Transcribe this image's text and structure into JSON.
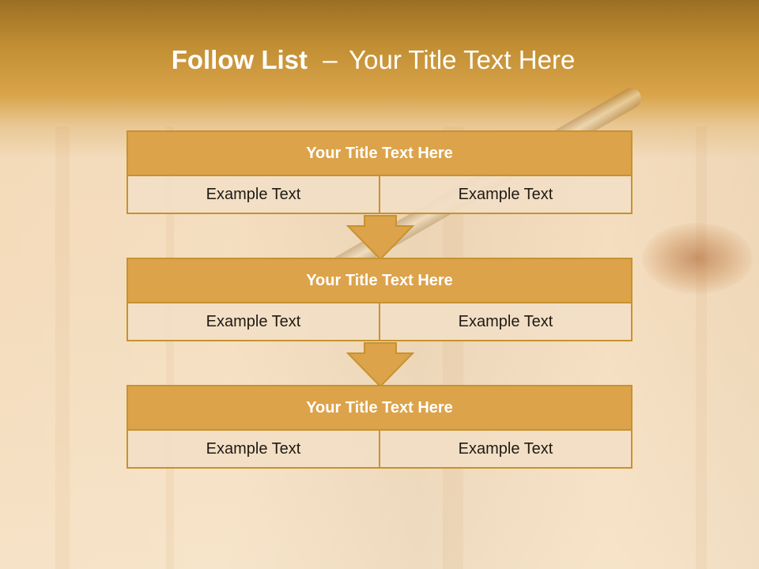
{
  "slide": {
    "title_bold": "Follow List",
    "title_sep": "–",
    "title_rest": "Your Title Text Here"
  },
  "blocks": [
    {
      "title": "Your Title Text Here",
      "left": "Example Text",
      "right": "Example Text"
    },
    {
      "title": "Your Title Text Here",
      "left": "Example Text",
      "right": "Example Text"
    },
    {
      "title": "Your Title Text Here",
      "left": "Example Text",
      "right": "Example Text"
    }
  ],
  "colors": {
    "accent": "#dca34a",
    "border": "#c7922f",
    "panel": "#f2dec6",
    "header_band": "#c38f34"
  },
  "icons": [
    "down-arrow-icon",
    "down-arrow-icon"
  ]
}
